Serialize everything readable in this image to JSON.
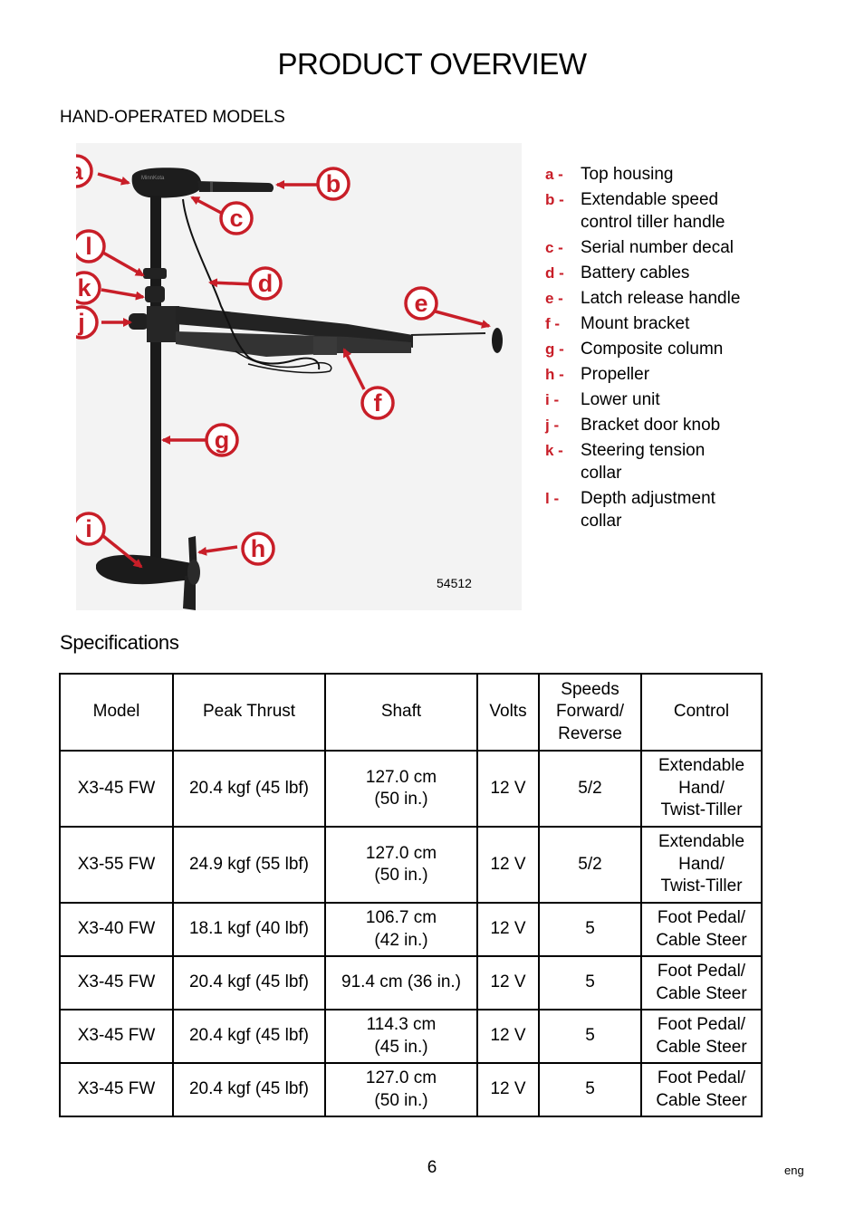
{
  "page": {
    "title": "PRODUCT OVERVIEW",
    "section": "HAND-OPERATED MODELS",
    "page_number": "6",
    "lang": "eng"
  },
  "figure": {
    "figure_id": "54512",
    "callout_color": "#c81e28",
    "callouts": [
      "a",
      "b",
      "c",
      "d",
      "e",
      "f",
      "g",
      "h",
      "i",
      "j",
      "k",
      "l"
    ]
  },
  "legend": [
    {
      "key": "a -",
      "lines": [
        "Top housing"
      ]
    },
    {
      "key": "b -",
      "lines": [
        "Extendable speed",
        "control tiller handle"
      ]
    },
    {
      "key": "c -",
      "lines": [
        "Serial number decal"
      ]
    },
    {
      "key": "d -",
      "lines": [
        "Battery cables"
      ]
    },
    {
      "key": "e -",
      "lines": [
        "Latch release handle"
      ]
    },
    {
      "key": "f -",
      "lines": [
        "Mount bracket"
      ]
    },
    {
      "key": "g -",
      "lines": [
        "Composite column"
      ]
    },
    {
      "key": "h -",
      "lines": [
        "Propeller"
      ]
    },
    {
      "key": "i -",
      "lines": [
        "Lower unit"
      ]
    },
    {
      "key": "j -",
      "lines": [
        "Bracket door knob"
      ]
    },
    {
      "key": "k -",
      "lines": [
        "Steering tension",
        "collar"
      ]
    },
    {
      "key": "l -",
      "lines": [
        "Depth adjustment",
        "collar"
      ]
    }
  ],
  "specs": {
    "title": "Specifications",
    "headers": [
      [
        "Model"
      ],
      [
        "Peak Thrust"
      ],
      [
        "Shaft"
      ],
      [
        "Volts"
      ],
      [
        "Speeds",
        "Forward/",
        "Reverse"
      ],
      [
        "Control"
      ]
    ],
    "rows": [
      {
        "size": "tall",
        "cells": [
          [
            "X3-45 FW"
          ],
          [
            "20.4 kgf (45 lbf)"
          ],
          [
            "127.0 cm",
            "(50 in.)"
          ],
          [
            "12 V"
          ],
          [
            "5/2"
          ],
          [
            "Extendable",
            "Hand/",
            "Twist-Tiller"
          ]
        ]
      },
      {
        "size": "tall",
        "cells": [
          [
            "X3-55 FW"
          ],
          [
            "24.9 kgf (55 lbf)"
          ],
          [
            "127.0 cm",
            "(50 in.)"
          ],
          [
            "12 V"
          ],
          [
            "5/2"
          ],
          [
            "Extendable",
            "Hand/",
            "Twist-Tiller"
          ]
        ]
      },
      {
        "size": "short",
        "cells": [
          [
            "X3-40 FW"
          ],
          [
            "18.1 kgf (40 lbf)"
          ],
          [
            "106.7 cm",
            "(42 in.)"
          ],
          [
            "12 V"
          ],
          [
            "5"
          ],
          [
            "Foot Pedal/",
            "Cable Steer"
          ]
        ]
      },
      {
        "size": "short",
        "cells": [
          [
            "X3-45 FW"
          ],
          [
            "20.4 kgf (45 lbf)"
          ],
          [
            "91.4 cm (36 in.)"
          ],
          [
            "12 V"
          ],
          [
            "5"
          ],
          [
            "Foot Pedal/",
            "Cable Steer"
          ]
        ]
      },
      {
        "size": "short",
        "cells": [
          [
            "X3-45 FW"
          ],
          [
            "20.4 kgf (45 lbf)"
          ],
          [
            "114.3 cm",
            "(45 in.)"
          ],
          [
            "12 V"
          ],
          [
            "5"
          ],
          [
            "Foot Pedal/",
            "Cable Steer"
          ]
        ]
      },
      {
        "size": "short",
        "cells": [
          [
            "X3-45 FW"
          ],
          [
            "20.4 kgf (45 lbf)"
          ],
          [
            "127.0 cm",
            "(50 in.)"
          ],
          [
            "12 V"
          ],
          [
            "5"
          ],
          [
            "Foot Pedal/",
            "Cable Steer"
          ]
        ]
      }
    ]
  }
}
